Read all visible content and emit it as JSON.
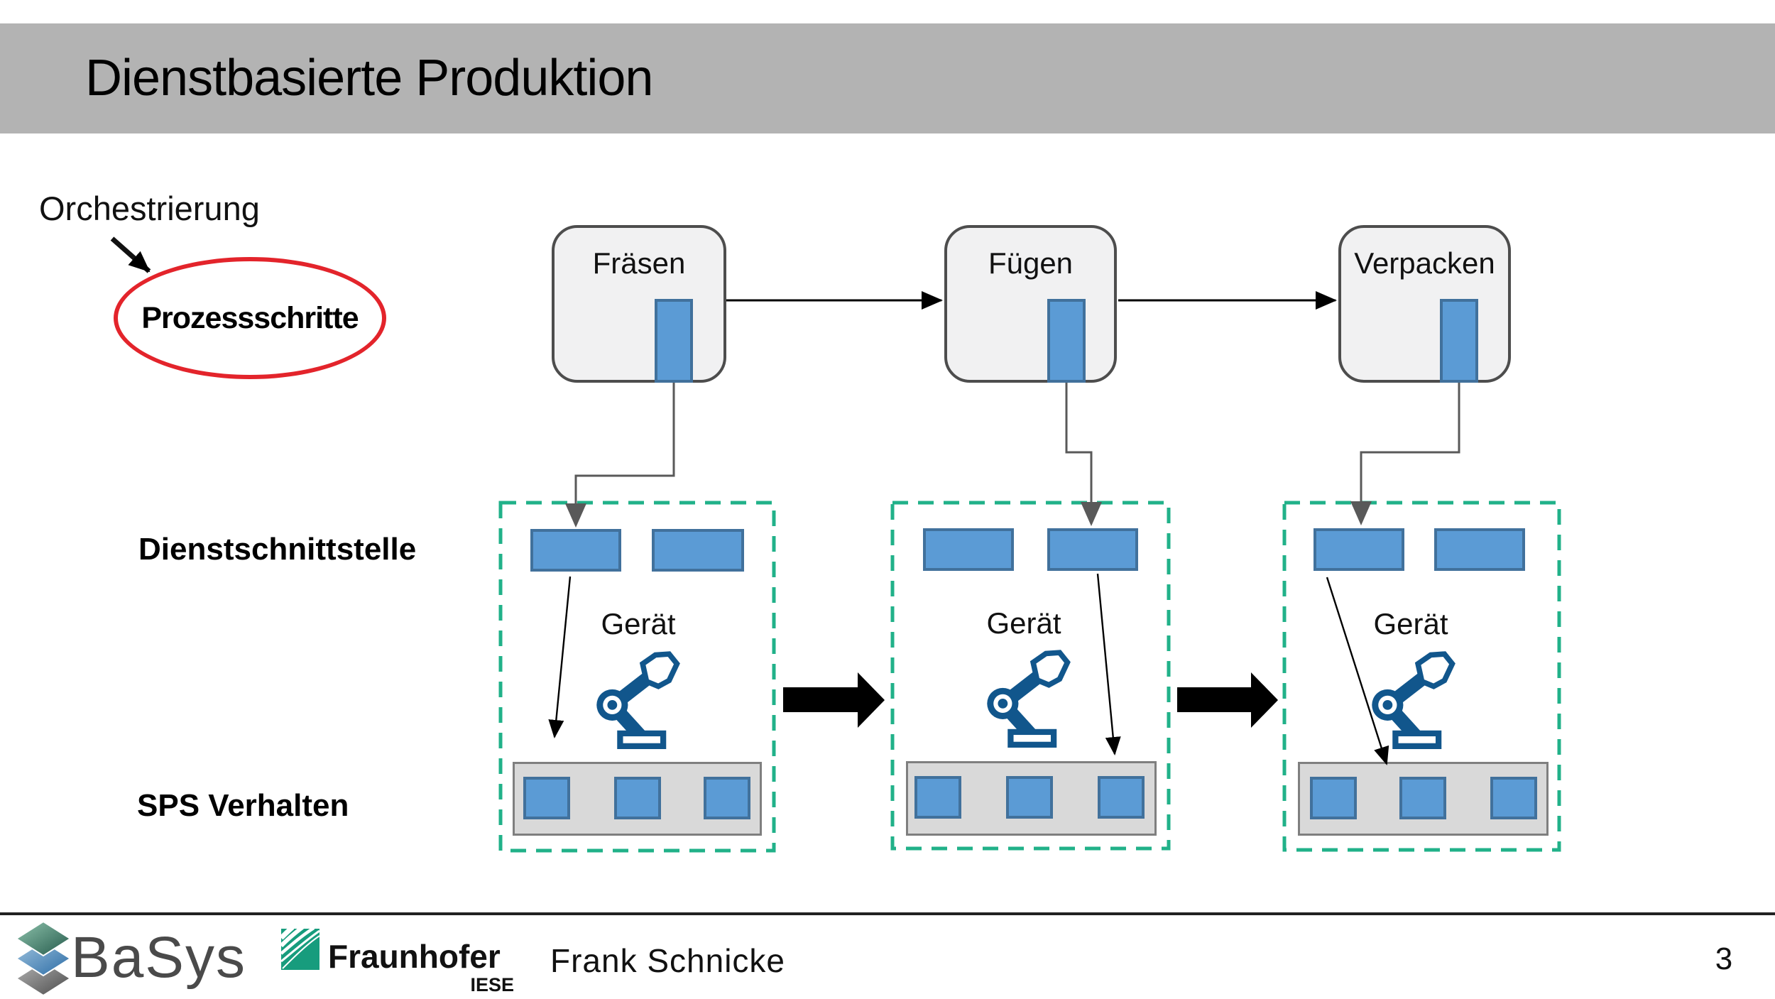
{
  "slide": {
    "title": "Dienstbasierte Produktion",
    "page_number": "3"
  },
  "annotations": {
    "orchestrierung": "Orchestrierung",
    "prozessschritte": "Prozessschritte",
    "dienstschnittstelle": "Dienstschnittstelle",
    "sps_verhalten": "SPS Verhalten"
  },
  "process_steps": [
    {
      "label": "Fräsen"
    },
    {
      "label": "Fügen"
    },
    {
      "label": "Verpacken"
    }
  ],
  "device_groups": [
    {
      "device_label": "Gerät"
    },
    {
      "device_label": "Gerät"
    },
    {
      "device_label": "Gerät"
    }
  ],
  "footer": {
    "basys_logo_text": "BaSys",
    "fraunhofer_logo_text": "Fraunhofer",
    "fraunhofer_institute": "IESE",
    "author": "Frank Schnicke"
  },
  "colors": {
    "title_bar_gray": "#b3b3b3",
    "process_box_fill": "#f1f1f2",
    "process_box_border": "#4d4d4d",
    "service_blue": "#5b9bd5",
    "service_blue_border": "#41719c",
    "dashed_group_green": "#21b189",
    "connector_gray": "#595959",
    "highlight_red": "#e3242b",
    "robot_blue": "#11568c",
    "strip_gray": "#d9d9d9",
    "fraunhofer_green": "#179c7d"
  }
}
